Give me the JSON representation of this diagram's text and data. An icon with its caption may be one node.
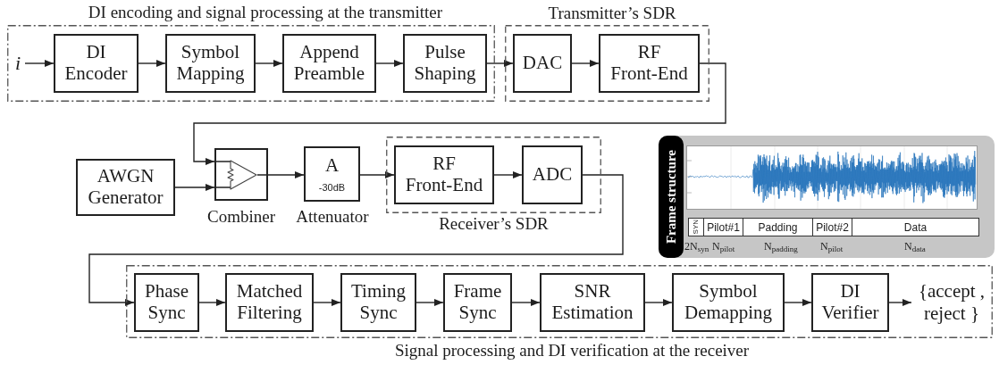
{
  "diagram": {
    "nodes": [
      {
        "text": [
          "DI encoding and signal processing at the transmitter"
        ]
      },
      {
        "text": [
          "i"
        ],
        "in": 0
      },
      {
        "text": [
          "DI Encoder"
        ],
        "in": 0
      },
      {
        "text": [
          "Symbol Mapping"
        ],
        "in": 0
      },
      {
        "text": [
          "Append Preamble"
        ],
        "in": 0
      },
      {
        "text": [
          "Pulse Shaping"
        ],
        "in": 0
      },
      {
        "text": [
          "Transmitter’s SDR"
        ]
      },
      {
        "text": [
          "DAC"
        ],
        "in": 6
      },
      {
        "text": [
          "RF Front-End"
        ],
        "in": 6
      },
      {
        "text": [
          "AWGN Generator"
        ]
      },
      {
        "text": [],
        "shape": "box",
        "beside": [
          "Combiner"
        ]
      },
      {
        "text": [
          "A",
          "-30dB"
        ],
        "beside": [
          "Attenuator"
        ]
      },
      {
        "text": [
          "Receiver’s SDR"
        ]
      },
      {
        "text": [
          "RF Front-End"
        ],
        "in": 12
      },
      {
        "text": [
          "ADC"
        ],
        "in": 12
      },
      {
        "text": [
          "Frame structure"
        ]
      },
      {
        "text": [
          "SYN"
        ],
        "in": 15,
        "beside": [
          "2N$_{syn}$"
        ]
      },
      {
        "text": [
          "Pilot#1"
        ],
        "in": 15,
        "beside": [
          "N$_{pilot}$"
        ]
      },
      {
        "text": [
          "Padding"
        ],
        "in": 15,
        "beside": [
          "N$_{padding}$"
        ]
      },
      {
        "text": [
          "Pilot#2"
        ],
        "in": 15,
        "beside": [
          "N$_{pilot}$"
        ]
      },
      {
        "text": [
          "Data"
        ],
        "in": 15,
        "beside": [
          "N$_{data}$"
        ]
      },
      {
        "text": [
          "Signal processing and DI verification at the receiver"
        ]
      },
      {
        "text": [
          "Phase Sync"
        ],
        "in": 21
      },
      {
        "text": [
          "Matched Filtering"
        ],
        "in": 21
      },
      {
        "text": [
          "Timing Sync"
        ],
        "in": 21
      },
      {
        "text": [
          "Frame Sync"
        ],
        "in": 21
      },
      {
        "text": [
          "SNR Estimation"
        ],
        "in": 21
      },
      {
        "text": [
          "Symbol Demapping"
        ],
        "in": 21
      },
      {
        "text": [
          "DI Verifier"
        ],
        "in": 21
      },
      {
        "text": [
          "{accept , reject }"
        ],
        "in": 21
      }
    ],
    "edges": [
      {
        "from": 1,
        "to": 2,
        "arrow": "to"
      },
      {
        "from": 2,
        "to": 3,
        "arrow": "to"
      },
      {
        "from": 3,
        "to": 4,
        "arrow": "to"
      },
      {
        "from": 4,
        "to": 5,
        "arrow": "to"
      },
      {
        "from": 5,
        "to": 7,
        "arrow": "to"
      },
      {
        "from": 7,
        "to": 8,
        "arrow": "to"
      },
      {
        "from": 8,
        "to": 10,
        "arrow": "to"
      },
      {
        "from": 9,
        "to": 10,
        "arrow": "to"
      },
      {
        "from": 10,
        "to": 11,
        "arrow": "to"
      },
      {
        "from": 11,
        "to": 13,
        "arrow": "to"
      },
      {
        "from": 13,
        "to": 14,
        "arrow": "to"
      },
      {
        "from": 14,
        "to": 22,
        "arrow": "to"
      },
      {
        "from": 22,
        "to": 23,
        "arrow": "to"
      },
      {
        "from": 23,
        "to": 24,
        "arrow": "to"
      },
      {
        "from": 24,
        "to": 25,
        "arrow": "to"
      },
      {
        "from": 25,
        "to": 26,
        "arrow": "to"
      },
      {
        "from": 26,
        "to": 27,
        "arrow": "to"
      },
      {
        "from": 27,
        "to": 28,
        "arrow": "to"
      },
      {
        "from": 28,
        "to": 29,
        "arrow": "to"
      }
    ]
  }
}
